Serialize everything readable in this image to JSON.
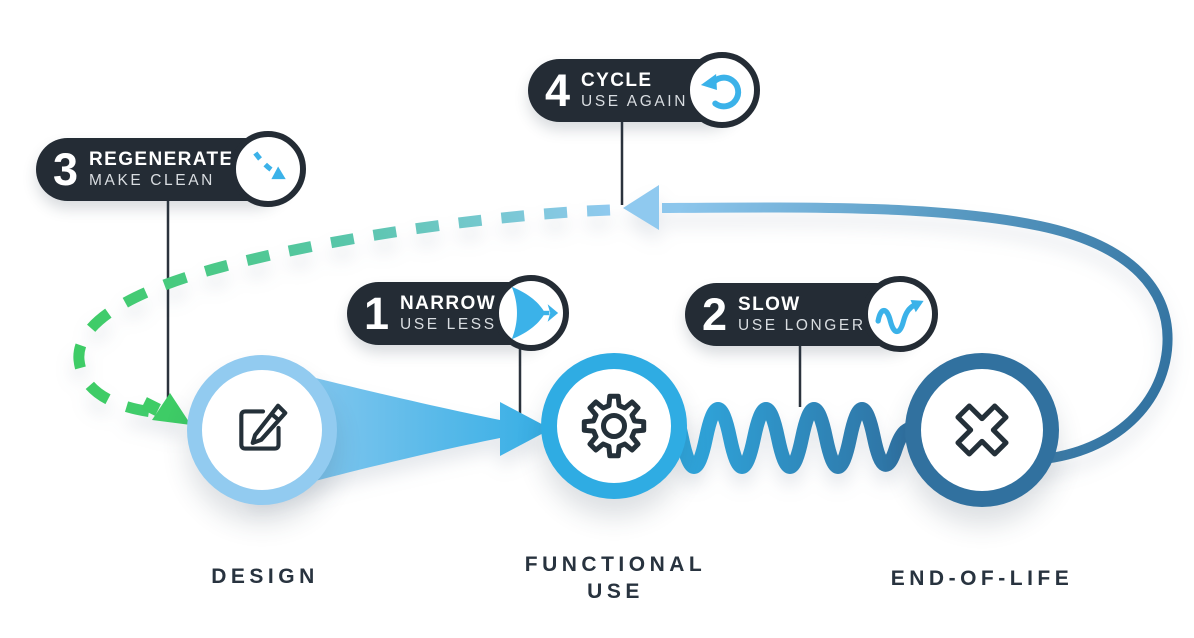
{
  "badges": [
    {
      "number": "1",
      "title": "NARROW",
      "subtitle": "USE LESS",
      "icon": "narrow-flow-arrow-icon"
    },
    {
      "number": "2",
      "title": "SLOW",
      "subtitle": "USE LONGER",
      "icon": "wavy-arrow-icon"
    },
    {
      "number": "3",
      "title": "REGENERATE",
      "subtitle": "MAKE CLEAN",
      "icon": "dashed-curve-arrow-icon"
    },
    {
      "number": "4",
      "title": "CYCLE",
      "subtitle": "USE AGAIN",
      "icon": "cycle-arrow-icon"
    }
  ],
  "stages": [
    {
      "label": "DESIGN",
      "icon": "pencil-square-icon"
    },
    {
      "label": "FUNCTIONAL USE",
      "icon": "gear-icon"
    },
    {
      "label": "END-OF-LIFE",
      "icon": "cross-icon"
    }
  ],
  "colors": {
    "bright_blue": "#2face3",
    "light_blue": "#92cbf0",
    "steel_blue": "#31719f",
    "green": "#3ecc66",
    "teal": "#57c6a8",
    "dark_navy": "#242c35",
    "icon_dark": "#243039",
    "label_text": "#28333f"
  }
}
